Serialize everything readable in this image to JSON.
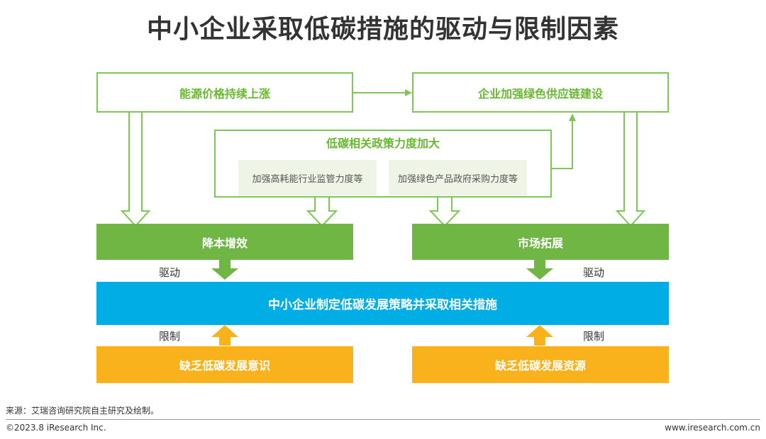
{
  "title": "中小企业采取低碳措施的驱动与限制因素",
  "boxes": {
    "energy_price": "能源价格持续上涨",
    "supply_chain": "企业加强绿色供应链建设",
    "policy": "低碳相关政策力度加大",
    "policy_sub1": "加强高耗能行业监管力度等",
    "policy_sub2": "加强绿色产品政府采购力度等",
    "cost": "降本增效",
    "market": "市场拓展",
    "central": "中小企业制定低碳发展策略并采取相关措施",
    "awareness": "缺乏低碳发展意识",
    "resources": "缺乏低碳发展资源"
  },
  "labels": {
    "drive_left": "驱动",
    "drive_right": "驱动",
    "limit_left": "限制",
    "limit_right": "限制"
  },
  "footer": {
    "source": "来源：艾瑞咨询研究院自主研究及绘制。",
    "copyright": "©2023.8 iResearch Inc.",
    "url": "www.iresearch.com.cn"
  },
  "colors": {
    "green": "#6fb645",
    "outline_green": "#7dc855",
    "blue": "#00aee5",
    "orange": "#f9b21b"
  }
}
